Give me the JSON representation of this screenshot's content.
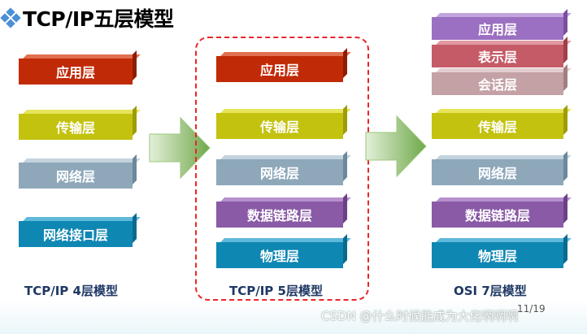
{
  "title": "TCP/IP五层模型",
  "title_icon": "diamond-cluster-icon",
  "models": {
    "four_layer": {
      "caption": "TCP/IP 4层模型",
      "layers": [
        "应用层",
        "传输层",
        "网络层",
        "网络接口层"
      ]
    },
    "five_layer": {
      "caption": "TCP/IP 5层模型",
      "layers": [
        "应用层",
        "传输层",
        "网络层",
        "数据链路层",
        "物理层"
      ]
    },
    "osi_seven": {
      "caption": "OSI 7层模型",
      "layers": [
        "应用层",
        "表示层",
        "会话层",
        "传输层",
        "网络层",
        "数据链路层",
        "物理层"
      ]
    }
  },
  "colors": {
    "application": "#c02a06",
    "transport": "#c3c20e",
    "network": "#8ea8ba",
    "interface": "#0f87b3",
    "data_link": "#8a5aa6",
    "physical": "#0f87b3",
    "presentation": "#c55b66",
    "session": "#c4a1a5",
    "osi_application": "#9b6fc1",
    "dashed_border": "#e8262b",
    "arrow": "#7fb35a"
  },
  "page_number": "11/19",
  "watermark": "CSDN @什么时候能成为大佬啊啊啊"
}
